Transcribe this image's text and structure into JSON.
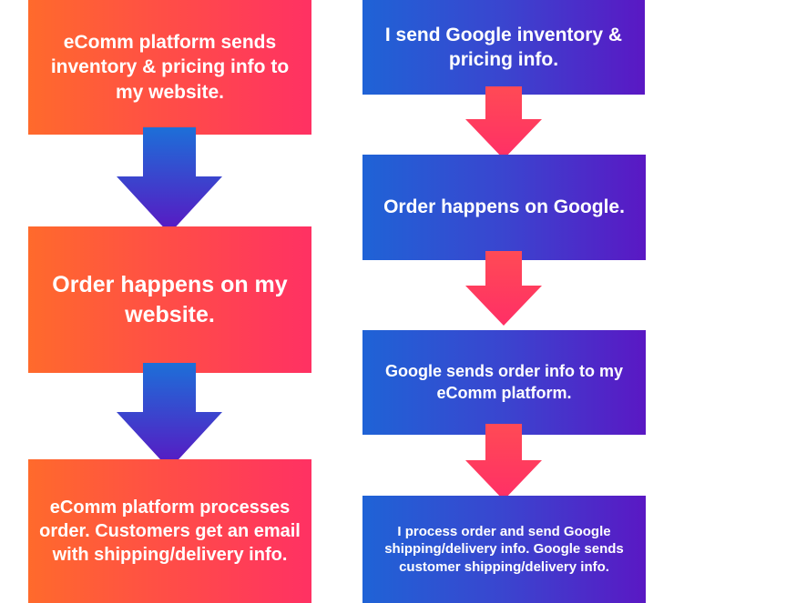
{
  "diagram": {
    "left_column": {
      "steps": [
        "eComm platform sends inventory & pricing info to my website.",
        "Order happens on my website.",
        "eComm platform processes order. Customers get an email with shipping/delivery info."
      ]
    },
    "right_column": {
      "steps": [
        "I send Google inventory & pricing info.",
        "Order happens on Google.",
        "Google sends order info to my eComm platform.",
        "I process order and send Google shipping/delivery info. Google sends customer shipping/delivery info."
      ]
    },
    "colors": {
      "warm_start": "#ff6a2c",
      "warm_end": "#ff3163",
      "cool_start": "#1f63d6",
      "cool_end": "#5a18c4",
      "blue_arrow_top": "#1d6fd8",
      "blue_arrow_bottom": "#5a16c2",
      "red_arrow_top": "#ff4a55",
      "red_arrow_bottom": "#ff2f66"
    }
  }
}
